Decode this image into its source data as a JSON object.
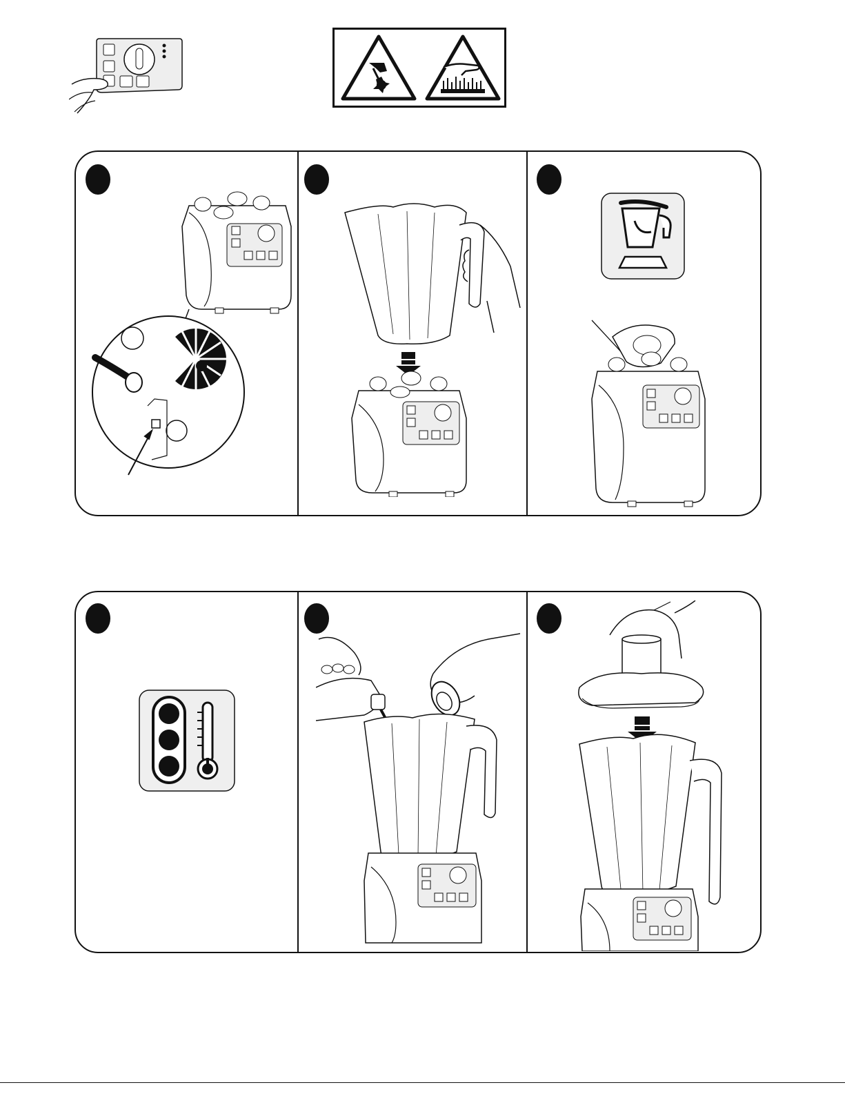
{
  "page": {
    "background": "#ffffff",
    "ink": "#111111"
  },
  "header": {
    "control_panel_icon": "control-panel-press-icon",
    "warnings": [
      {
        "icon": "blade-hand-warning-icon"
      },
      {
        "icon": "hot-surface-warning-icon"
      }
    ]
  },
  "rows": [
    {
      "panels": [
        {
          "icon": "base-power-switch-illustration"
        },
        {
          "icon": "place-jar-on-base-illustration"
        },
        {
          "icon": "jar-seating-symbol-icon"
        }
      ]
    },
    {
      "panels": [
        {
          "icon": "thermal-indicator-symbol-icon"
        },
        {
          "icon": "add-ingredients-illustration"
        },
        {
          "icon": "attach-lid-illustration"
        }
      ]
    }
  ]
}
